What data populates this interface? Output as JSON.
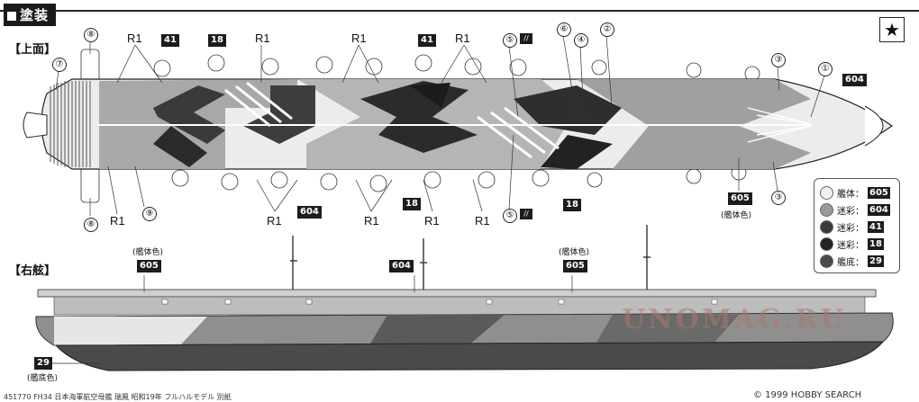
{
  "header": {
    "title": "塗装"
  },
  "sections": {
    "top": "【上面】",
    "side": "【右舷】"
  },
  "labels": {
    "r1": "R1",
    "hull_color": "(艦体色)",
    "bottom_color": "(艦底色)",
    "circ": [
      "①",
      "②",
      "③",
      "④",
      "⑤",
      "⑥",
      "⑦",
      "⑧",
      "⑨"
    ]
  },
  "codes": {
    "c41": "41",
    "c18": "18",
    "c604": "604",
    "c605": "605",
    "c29": "29"
  },
  "legend": [
    {
      "label": "艦体：",
      "code": "605",
      "color": "#efefef"
    },
    {
      "label": "迷彩：",
      "code": "604",
      "color": "#9a9a9a"
    },
    {
      "label": "迷彩：",
      "code": "41",
      "color": "#3a3a3a"
    },
    {
      "label": "迷彩：",
      "code": "18",
      "color": "#222222"
    },
    {
      "label": "艦底：",
      "code": "29",
      "color": "#4a4a4a"
    }
  ],
  "watermark": "UNOMAG.RU",
  "footer": "451770 FH34 日本海軍航空母艦 瑞鳳 昭和19年 フルハルモデル 別紙",
  "credit": "© 1999 HOBBY SEARCH"
}
